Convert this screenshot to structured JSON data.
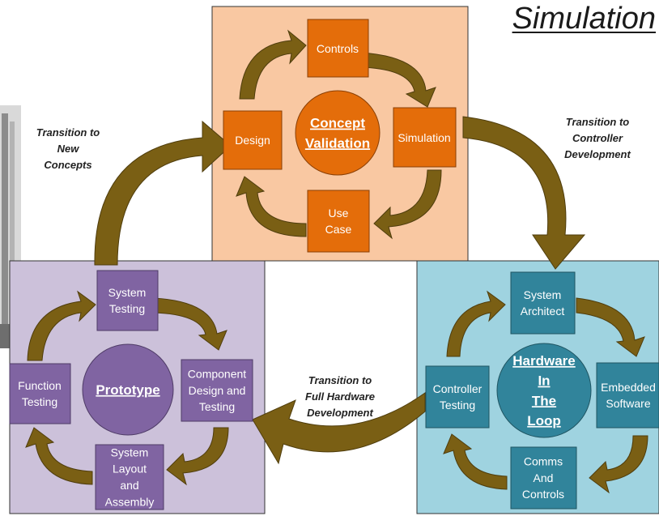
{
  "heading": "Simulation",
  "colors": {
    "concept_panel": "#f9c8a2",
    "concept_node": "#e46d0a",
    "hil_panel": "#9fd3e0",
    "hil_node": "#31849b",
    "prototype_panel": "#ccc1da",
    "prototype_node": "#8064a2",
    "arrow": "#7a5f14"
  },
  "quadrants": {
    "concept": {
      "center": "Concept\nValidation",
      "nodes": {
        "top": "Controls",
        "right": "Simulation",
        "bottom": "Use\nCase",
        "left": "Design"
      }
    },
    "hil": {
      "center": "Hardware\nIn\nThe\nLoop",
      "nodes": {
        "top": "System\nArchitect",
        "right": "Embedded\nSoftware",
        "bottom": "Comms\nAnd\nControls",
        "left": "Controller\nTesting"
      }
    },
    "prototype": {
      "center": "Prototype",
      "nodes": {
        "top": "System\nTesting",
        "right": "Component\nDesign and\nTesting",
        "bottom": "System\nLayout\nand\nAssembly",
        "left": "Function\nTesting"
      }
    }
  },
  "transitions": {
    "new_concepts": "Transition to\nNew\nConcepts",
    "controller_dev": "Transition to\nController\nDevelopment",
    "full_hardware": "Transition to\nFull Hardware\nDevelopment"
  }
}
